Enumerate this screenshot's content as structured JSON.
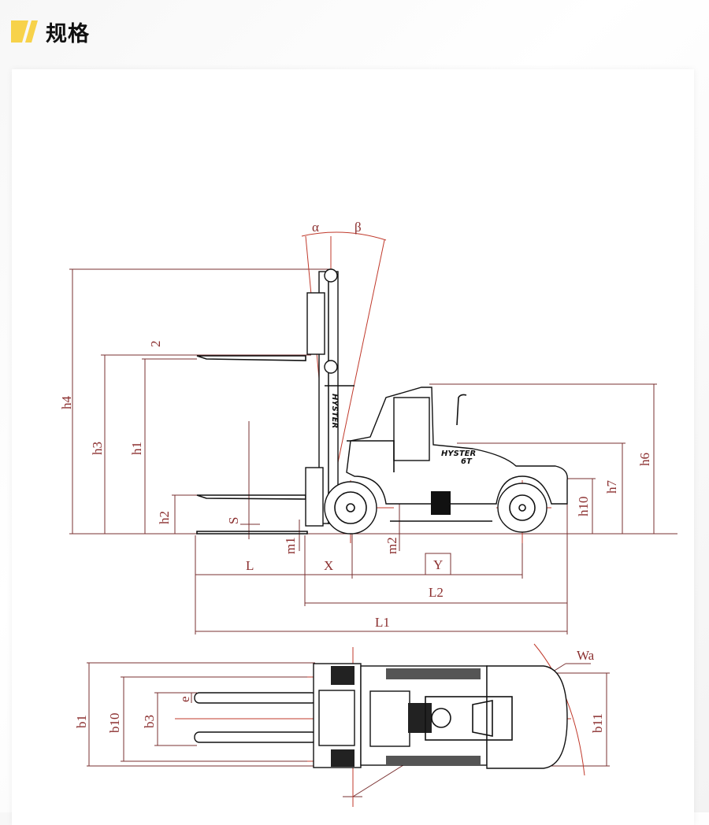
{
  "header": {
    "title": "规格",
    "accent_color": "#f7d24a"
  },
  "side_view": {
    "labels": {
      "alpha": "α",
      "beta": "β",
      "two": "2",
      "h4": "h4",
      "h3": "h3",
      "h1": "h1",
      "h2": "h2",
      "s": "S",
      "m1": "m1",
      "m2": "m2",
      "l": "L",
      "x": "X",
      "y": "Y",
      "l2": "L2",
      "l1": "L1",
      "h6": "h6",
      "h7": "h7",
      "h10": "h10"
    },
    "brand": "HYSTER",
    "model_mark": "6T"
  },
  "top_view": {
    "labels": {
      "b1": "b1",
      "b10": "b10",
      "b3": "b3",
      "e": "e",
      "b11": "b11",
      "wa": "Wa"
    }
  },
  "colors": {
    "dimension": "#8b2f2f",
    "centerline": "#c0392b"
  }
}
